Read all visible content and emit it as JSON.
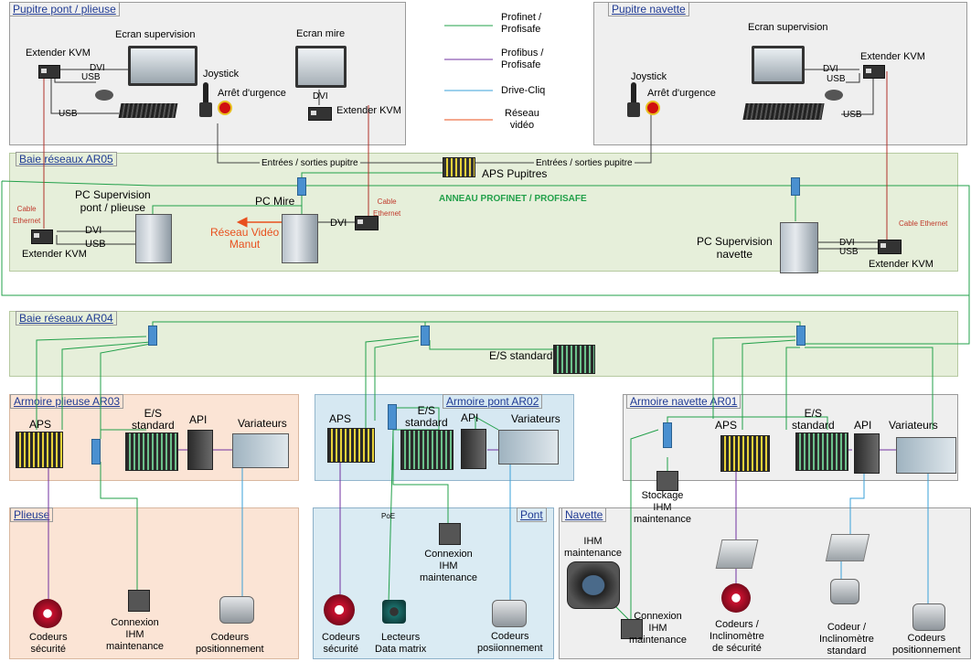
{
  "zones": {
    "pupitre_pont": "Pupitre pont / plieuse",
    "pupitre_navette": "Pupitre navette",
    "baie_ar05": "Baie réseaux AR05",
    "baie_ar04": "Baie réseaux AR04",
    "armoire_plieuse": "Armoire plieuse AR03",
    "armoire_pont": "Armoire pont AR02",
    "armoire_navette": "Armoire navette AR01",
    "plieuse": "Plieuse",
    "pont": "Pont",
    "navette": "Navette"
  },
  "legend": {
    "profinet": "Profinet /\nProfisafe",
    "profibus": "Profibus /\nProfisafe",
    "drivecliq": "Drive-Cliq",
    "video": "Réseau\nvidéo",
    "colors": {
      "profinet": "#22a04a",
      "profibus": "#7030a0",
      "drivecliq": "#3aa0d8",
      "video": "#e8501e"
    }
  },
  "labels": {
    "extender_kvm": "Extender KVM",
    "ecran_supervision": "Ecran supervision",
    "ecran_mire": "Ecran mire",
    "joystick": "Joystick",
    "arret_urgence": "Arrêt d'urgence",
    "dvi": "DVI",
    "usb": "USB",
    "io_pupitre": "Entrées / sorties pupitre",
    "aps_pupitres": "APS Pupitres",
    "anneau": "ANNEAU PROFINET / PROFISAFE",
    "cable_ethernet": "Cable\nEthernet",
    "cable_ethernet_inline": "Cable Ethernet",
    "pc_sup_pont": "PC Supervision\npont / plieuse",
    "pc_mire": "PC Mire",
    "reseau_video_manut": "Réseau Vidéo\nManut",
    "pc_sup_navette": "PC Supervision\nnavette",
    "es_standard_single": "E/S standard",
    "aps": "APS",
    "es_standard": "E/S\nstandard",
    "api": "API",
    "variateurs": "Variateurs",
    "stockage_ihm": "Stockage\nIHM\nmaintenance",
    "poe": "PoE",
    "connexion_ihm": "Connexion\nIHM\nmaintenance",
    "codeurs_securite": "Codeurs\nsécurité",
    "codeurs_positionnement": "Codeurs\npositionnement",
    "lecteurs_dm": "Lecteurs\nData matrix",
    "codeurs_posiionnement": "Codeurs\nposiionnement",
    "ihm_maintenance": "IHM\nmaintenance",
    "codeurs_incl_secu": "Codeurs /\nInclinomètre\nde sécurité",
    "codeur_incl_std": "Codeur /\nInclinomètre\nstandard"
  }
}
